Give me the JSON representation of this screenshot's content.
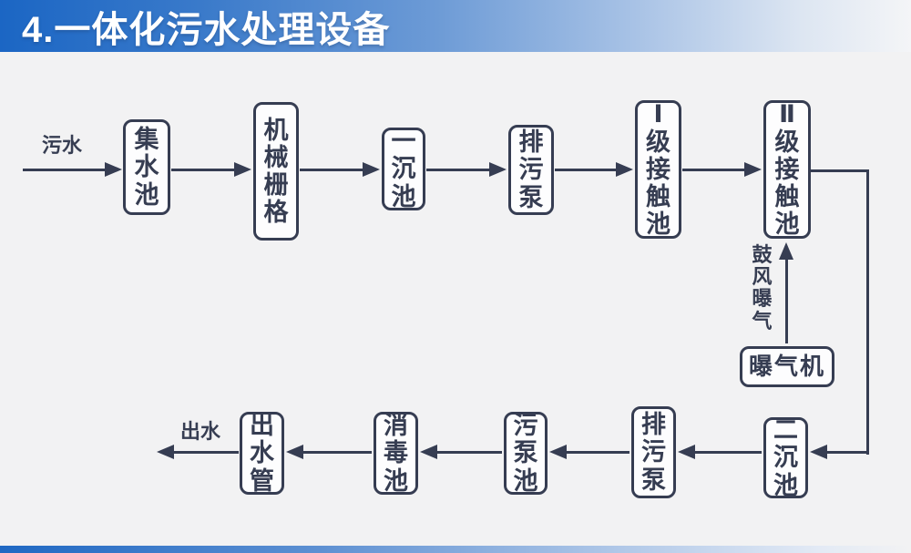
{
  "header": {
    "title": "4.一体化污水处理设备"
  },
  "diagram": {
    "inlet_label": "污水",
    "outlet_label": "出水",
    "blower_label": "鼓风曝气",
    "aerator_label": "曝气机",
    "top_row": [
      {
        "label": "集水池"
      },
      {
        "label": "机械栅格"
      },
      {
        "label": "一沉池"
      },
      {
        "label": "排污泵"
      },
      {
        "label": "Ⅰ级接触池"
      },
      {
        "label": "Ⅱ级接触池"
      }
    ],
    "bottom_row": [
      {
        "label": "二沉池"
      },
      {
        "label": "排污泵"
      },
      {
        "label": "污泵池"
      },
      {
        "label": "消毒池"
      },
      {
        "label": "出水管"
      }
    ],
    "colors": {
      "ink": "#363d52",
      "header_blue": "#1b66c4",
      "background": "#f2f2f3",
      "node_fill": "#fdfdfe"
    }
  }
}
